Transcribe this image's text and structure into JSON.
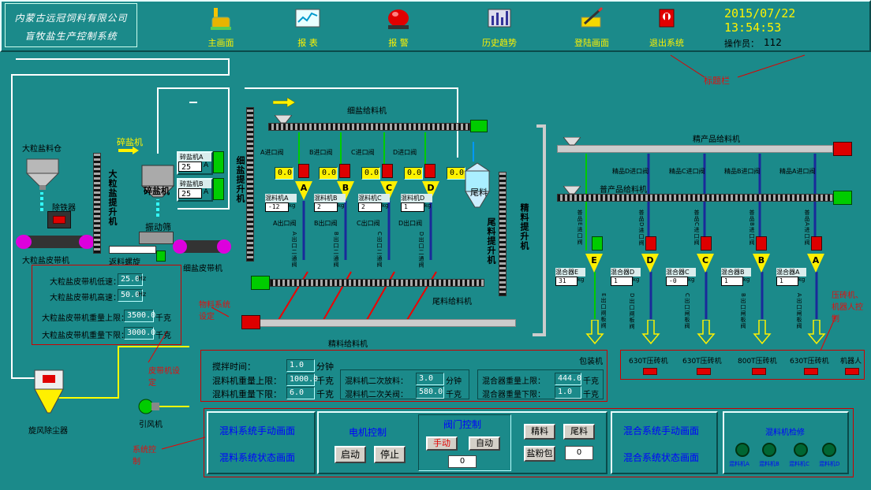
{
  "header": {
    "company": "内蒙古远冠饲料有限公司",
    "system": "盲牧盐生产控制系统",
    "date": "2015/07/22",
    "time": "13:54:53",
    "operator_label": "操作员：",
    "operator_value": "112",
    "title_bar_note": "标题栏"
  },
  "toolbar": [
    {
      "label": "主画面",
      "icon": "hand-icon"
    },
    {
      "label": "报 表",
      "icon": "report-chart-icon"
    },
    {
      "label": "报 警",
      "icon": "alarm-light-icon"
    },
    {
      "label": "历史趋势",
      "icon": "history-trend-icon"
    },
    {
      "label": "登陆画面",
      "icon": "login-pen-icon"
    },
    {
      "label": "退出系统",
      "icon": "exit-icon"
    }
  ],
  "left": {
    "bin_label": "大粒盐料仓",
    "iron_remover": "除铁器",
    "belt_label": "大粒盐皮带机",
    "elevator_label": "大粒盐提升机",
    "crusher_title": "碎盐机",
    "crusher_label": "碎盐机",
    "vibrating_screen": "振动筛",
    "return_screw": "返料螺旋",
    "fine_belt": "细盐皮带机",
    "fine_elevator": "细盐提升机",
    "crusher_a_label": "碎盐机A",
    "crusher_a_value": "25",
    "crusher_a_unit": "A",
    "crusher_b_label": "碎盐机B",
    "crusher_b_value": "25",
    "crusher_b_unit": "A",
    "cyclone": "旋风除尘器",
    "fan": "引风机",
    "belt_settings_note": "皮带机设定",
    "system_control_note": "系统控制"
  },
  "belt_settings": {
    "low_speed_label": "大粒盐皮带机低速：",
    "low_speed_value": "25.0",
    "low_speed_unit": "Hz",
    "high_speed_label": "大粒盐皮带机高速：",
    "high_speed_value": "50.0",
    "high_speed_unit": "Hz",
    "upper_label": "大粒盐皮带机重量上限：",
    "upper_value": "3500.0",
    "upper_unit": "千克",
    "lower_label": "大粒盐皮带机重量下限：",
    "lower_value": "3000.0",
    "lower_unit": "千克"
  },
  "middle": {
    "fine_salt_feeder": "细盐给料机",
    "inlet_valves": [
      "A进口阀",
      "B进口阀",
      "C进口阀",
      "D进口阀"
    ],
    "readouts": [
      "0.0",
      "0.0",
      "0.0",
      "0.0",
      "0.0"
    ],
    "mixers": [
      {
        "letter": "A",
        "label": "混料机A",
        "value": "-12",
        "unit": "kg"
      },
      {
        "letter": "B",
        "label": "混料机B",
        "value": "2",
        "unit": "kg"
      },
      {
        "letter": "C",
        "label": "混料机C",
        "value": "2",
        "unit": "kg"
      },
      {
        "letter": "D",
        "label": "混料机D",
        "value": "1",
        "unit": "kg"
      }
    ],
    "outlet_valves": [
      "A出口阀",
      "B出口阀",
      "C出口阀",
      "D出口阀"
    ],
    "outlet_valves_2": [
      "A出口二通阀",
      "B出口二通阀",
      "C出口二通阀",
      "D出口二通阀"
    ],
    "tail_bin": "尾料",
    "tail_elevator": "尾料提升机",
    "fine_elevator2": "精料提升机",
    "tail_feeder": "尾料给料机",
    "fine_feeder": "精料给料机",
    "material_settings_note": "物料系统设定"
  },
  "right": {
    "fine_product_feeder": "精产品给料机",
    "common_product_feeder": "普产品给料机",
    "fine_inlet_valves": [
      "精品D进口阀",
      "精品C进口阀",
      "精品B进口阀",
      "精品A进口阀"
    ],
    "common_inlet_valves": [
      "普品E进口阀",
      "普品D进口阀",
      "普品C进口阀",
      "普品B进口阀",
      "普品A进口阀"
    ],
    "mixers": [
      {
        "letter": "E",
        "label": "混合器E",
        "value": "31",
        "unit": "kg"
      },
      {
        "letter": "D",
        "label": "混合器D",
        "value": "1",
        "unit": "kg"
      },
      {
        "letter": "C",
        "label": "混合器C",
        "value": "-0",
        "unit": "kg"
      },
      {
        "letter": "B",
        "label": "混合器B",
        "value": "1",
        "unit": "kg"
      },
      {
        "letter": "A",
        "label": "混合器A",
        "value": "1",
        "unit": "kg"
      }
    ],
    "outlet_valves": [
      "E出口闸板阀",
      "D出口闸板阀",
      "C出口闸板阀",
      "B出口闸板阀",
      "A出口闸板阀"
    ],
    "packer": "包装机",
    "press_robot_note": "压砖机、机器人控制",
    "presses": [
      "630T压砖机",
      "630T压砖机",
      "800T压砖机",
      "630T压砖机",
      "机器人"
    ]
  },
  "material_settings": {
    "stir_time_label": "搅拌时间：",
    "stir_time_value": "1.0",
    "stir_time_unit": "分钟",
    "mixer_upper_label": "混料机重量上限：",
    "mixer_upper_value": "1000.0",
    "mixer_upper_unit": "千克",
    "mixer_lower_label": "混料机重量下限：",
    "mixer_lower_value": "6.0",
    "mixer_lower_unit": "千克",
    "second_feed_label": "混料机二次放料：",
    "second_feed_value": "3.0",
    "second_feed_unit": "分钟",
    "second_close_label": "混料机二次关阀：",
    "second_close_value": "580.0",
    "second_close_unit": "千克",
    "blender_upper_label": "混合器重量上限：",
    "blender_upper_value": "444.0",
    "blender_upper_unit": "千克",
    "blender_lower_label": "混合器重量下限：",
    "blender_lower_value": "1.0",
    "blender_lower_unit": "千克"
  },
  "controls": {
    "mix_manual": "混料系统手动画面",
    "mix_status": "混料系统状态画面",
    "motor_control": "电机控制",
    "start": "启动",
    "stop": "停止",
    "valve_control": "阀门控制",
    "manual": "手动",
    "auto": "自动",
    "valve_value": "0",
    "fine": "精料",
    "tail": "尾料",
    "salt_pack": "盐粉包",
    "salt_value": "0",
    "blend_manual": "混合系统手动画面",
    "blend_status": "混合系统状态画面",
    "mixer_check": "混料机检修",
    "checks": [
      "混料机A",
      "混料机B",
      "混料机C",
      "混料机D"
    ]
  },
  "colors": {
    "background": "#1b8a8a",
    "yellow": "#fff200",
    "accent_red": "#e00000",
    "blue_text": "#0000ff"
  }
}
